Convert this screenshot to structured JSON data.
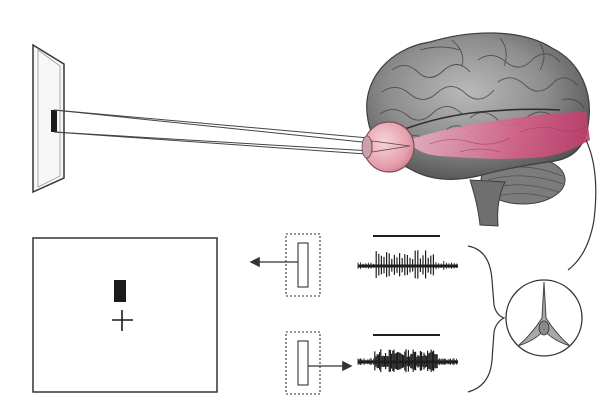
{
  "figure": {
    "description_labels": [],
    "colors": {
      "brain_gray": "#8d8d8d",
      "brain_dark": "#5a5a5a",
      "visual_pathway_pink": "#d0557f",
      "eye_pink": "#e7a4b1",
      "spike_black": "#1e1e1e",
      "line": "#333333"
    },
    "icons": {
      "screen": "projection-screen",
      "eye": "eye-icon",
      "brain": "brain-illustration",
      "neuron": "pyramidal-neuron-icon"
    },
    "bars": {
      "left_bar_direction": "left",
      "right_bar_direction": "right"
    }
  }
}
